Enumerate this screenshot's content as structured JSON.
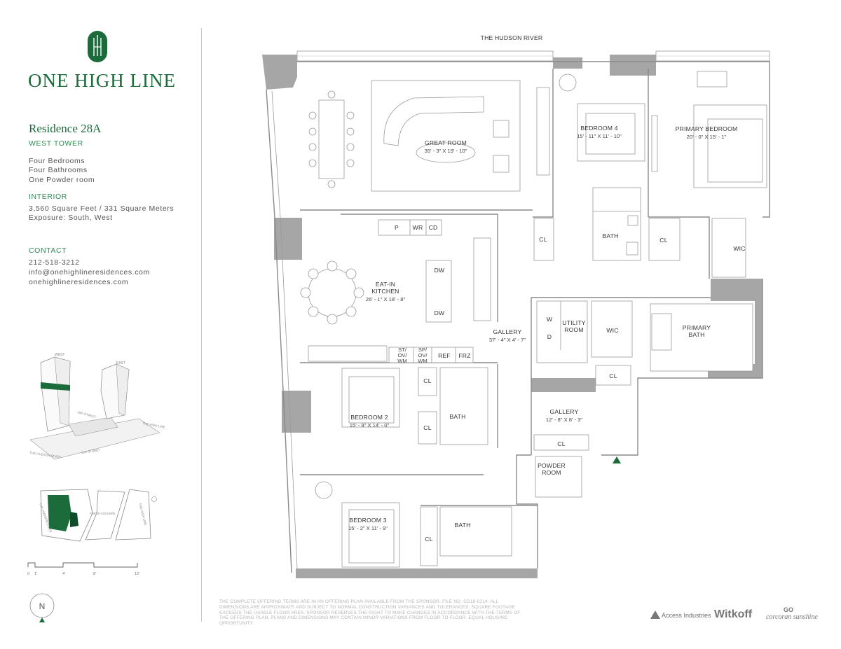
{
  "brand": {
    "name": "ONE HIGH LINE",
    "logo_monogram": "IHI",
    "accent_color": "#1c6b3b"
  },
  "residence": {
    "title": "Residence 28A",
    "tower": "WEST TOWER",
    "details": [
      "Four Bedrooms",
      "Four Bathrooms",
      "One Powder room"
    ],
    "interior_heading": "INTERIOR",
    "interior_lines": [
      "3,560 Square Feet / 331 Square Meters",
      "Exposure: South, West"
    ],
    "contact_heading": "CONTACT",
    "contact_lines": [
      "212-518-3212",
      "info@onehighlineresidences.com",
      "onehighlineresidences.com"
    ]
  },
  "key_map": {
    "labels": {
      "west": "WEST",
      "east": "EAST",
      "street_10th": "10th STREET",
      "high_line": "THE HIGH LINE",
      "hudson": "THE HUDSON RIVER",
      "street_11th": "11th STREET"
    },
    "site_labels": {
      "hudson": "THE HUDSON RIVER",
      "porte": "PORTE-COCHERE",
      "high_line": "THE HIGH LINE"
    },
    "scale_labels": [
      "0",
      "1'",
      "4'",
      "8'",
      "12'"
    ],
    "compass": "N"
  },
  "floorplan": {
    "river_label": "THE HUDSON RIVER",
    "rooms": {
      "great_room": {
        "name": "GREAT ROOM",
        "dims": "35' - 3\" X 19' - 10\""
      },
      "bedroom4": {
        "name": "BEDROOM 4",
        "dims": "15' - 11\" X 11' - 10\""
      },
      "primary_bedroom": {
        "name": "PRIMARY BEDROOM",
        "dims": "20' - 0\" X 15' - 1\""
      },
      "kitchen": {
        "name1": "EAT-IN",
        "name2": "KITCHEN",
        "dims": "26' - 1\" X 18' - 8\""
      },
      "gallery1": {
        "name": "GALLERY",
        "dims": "37' - 4\" X 4' - 7\""
      },
      "gallery2": {
        "name": "GALLERY",
        "dims": "12' - 8\" X 8' - 3\""
      },
      "bedroom2": {
        "name": "BEDROOM 2",
        "dims": "15' - 9\" X 14' - 0\""
      },
      "bedroom3": {
        "name": "BEDROOM 3",
        "dims": "15' - 2\" X 11' - 9\""
      },
      "utility": {
        "name1": "UTILITY",
        "name2": "ROOM"
      },
      "primary_bath": {
        "name1": "PRIMARY",
        "name2": "BATH"
      },
      "powder": {
        "name1": "POWDER",
        "name2": "ROOM"
      }
    },
    "tags": {
      "cl": "CL",
      "bath": "BATH",
      "wic": "WIC",
      "p": "P",
      "wr": "WR",
      "cd": "CD",
      "dw": "DW",
      "w": "W",
      "d": "D",
      "ref": "REF",
      "frz": "FRZ",
      "st_ov_wm": [
        "ST/",
        "OV/",
        "WM"
      ],
      "sp_ov_wm": [
        "SP/",
        "OV/",
        "WM"
      ]
    }
  },
  "disclaimer": "THE COMPLETE OFFERING TERMS ARE IN AN OFFERING PLAN AVAILABLE FROM THE SPONSOR. FILE NO. CD18-0214. ALL DIMENSIONS ARE APPROXIMATE AND SUBJECT TO NORMAL CONSTRUCTION VARIANCES AND TOLERANCES. SQUARE FOOTAGE EXCEEDS THE USABLE FLOOR AREA. SPONSOR RESERVES THE RIGHT TO MAKE CHANGES IN ACCORDANCE WITH THE TERMS OF THE OFFERING PLAN. PLANS AND DIMENSIONS MAY CONTAIN MINOR VARIATIONS FROM FLOOR TO FLOOR. EQUAL HOUSING OPPORTUNITY.",
  "partners": {
    "access": "Access Industries",
    "witkoff": "Witkoff",
    "corcoran_mark": "GO",
    "corcoran": "corcoran sunshine"
  }
}
